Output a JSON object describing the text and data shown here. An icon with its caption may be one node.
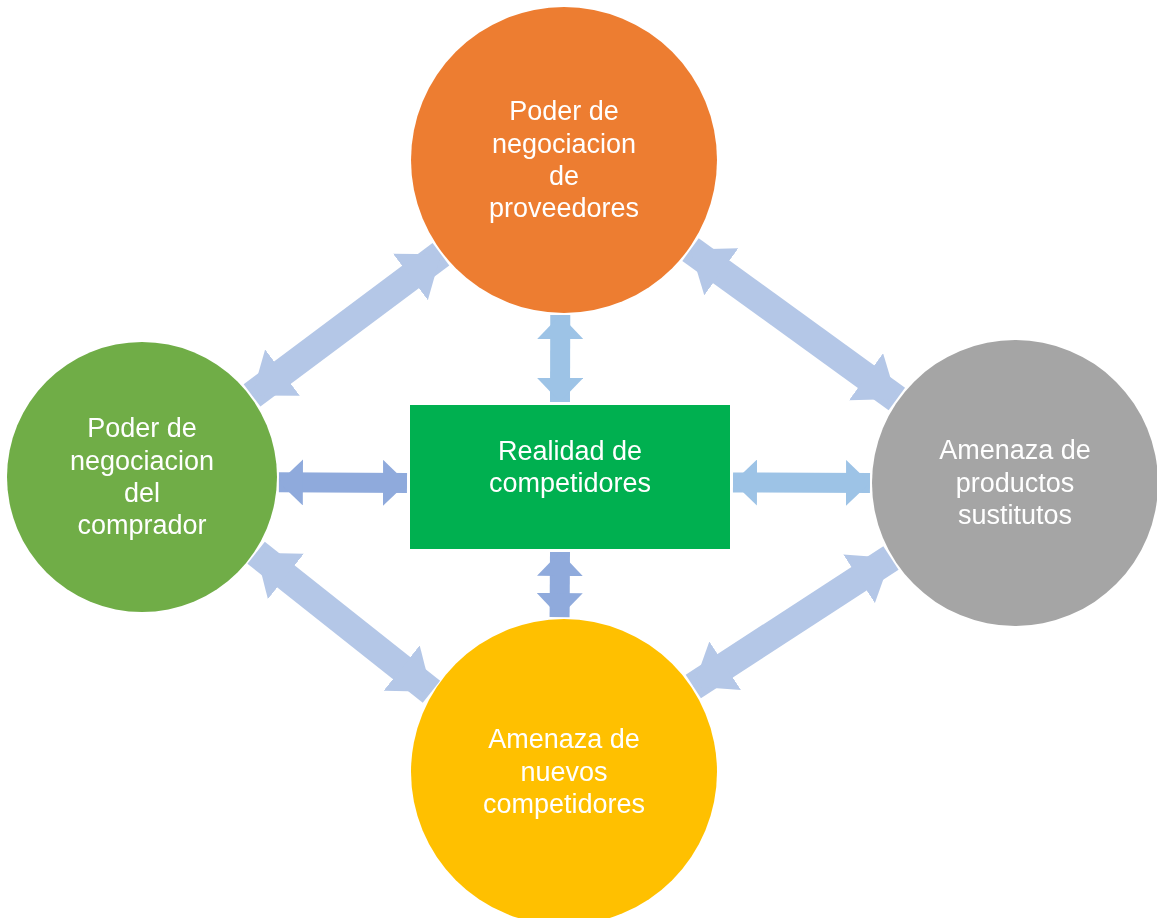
{
  "diagram": {
    "nodes": [
      {
        "text": [
          "Poder de negociacion de proveedores"
        ]
      },
      {
        "text": [
          "Poder de negociacion del comprador"
        ]
      },
      {
        "text": [
          "Realidad de competidores"
        ]
      },
      {
        "text": [
          "Amenaza de productos sustitutos"
        ]
      },
      {
        "text": [
          "Amenaza de nuevos competidores"
        ]
      }
    ],
    "edges": [
      {
        "from": 1,
        "to": 0,
        "arrow": "both"
      },
      {
        "from": 0,
        "to": 3,
        "arrow": "both"
      },
      {
        "from": 1,
        "to": 4,
        "arrow": "both"
      },
      {
        "from": 4,
        "to": 3,
        "arrow": "both"
      },
      {
        "from": 0,
        "to": 2,
        "arrow": "both",
        "color": "#9dc3e6"
      },
      {
        "from": 1,
        "to": 2,
        "arrow": "both",
        "color": "#8faadc"
      },
      {
        "from": 2,
        "to": 3,
        "arrow": "both",
        "color": "#9dc3e6"
      },
      {
        "from": 2,
        "to": 4,
        "arrow": "both",
        "color": "#8faadc"
      }
    ]
  }
}
